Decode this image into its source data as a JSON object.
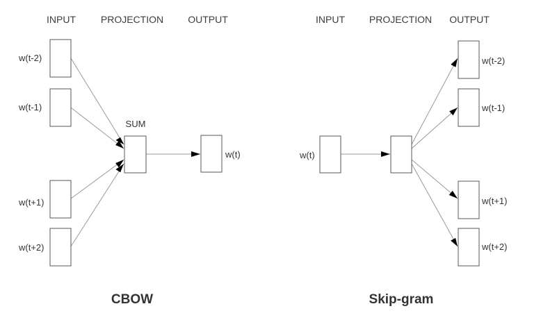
{
  "cbow": {
    "title": "CBOW",
    "headers": {
      "input": "INPUT",
      "projection": "PROJECTION",
      "output": "OUTPUT"
    },
    "sum_label": "SUM",
    "inputs": [
      "w(t-2)",
      "w(t-1)",
      "w(t+1)",
      "w(t+2)"
    ],
    "output": "w(t)"
  },
  "skipgram": {
    "title": "Skip-gram",
    "headers": {
      "input": "INPUT",
      "projection": "PROJECTION",
      "output": "OUTPUT"
    },
    "input": "w(t)",
    "outputs": [
      "w(t-2)",
      "w(t-1)",
      "w(t+1)",
      "w(t+2)"
    ]
  }
}
